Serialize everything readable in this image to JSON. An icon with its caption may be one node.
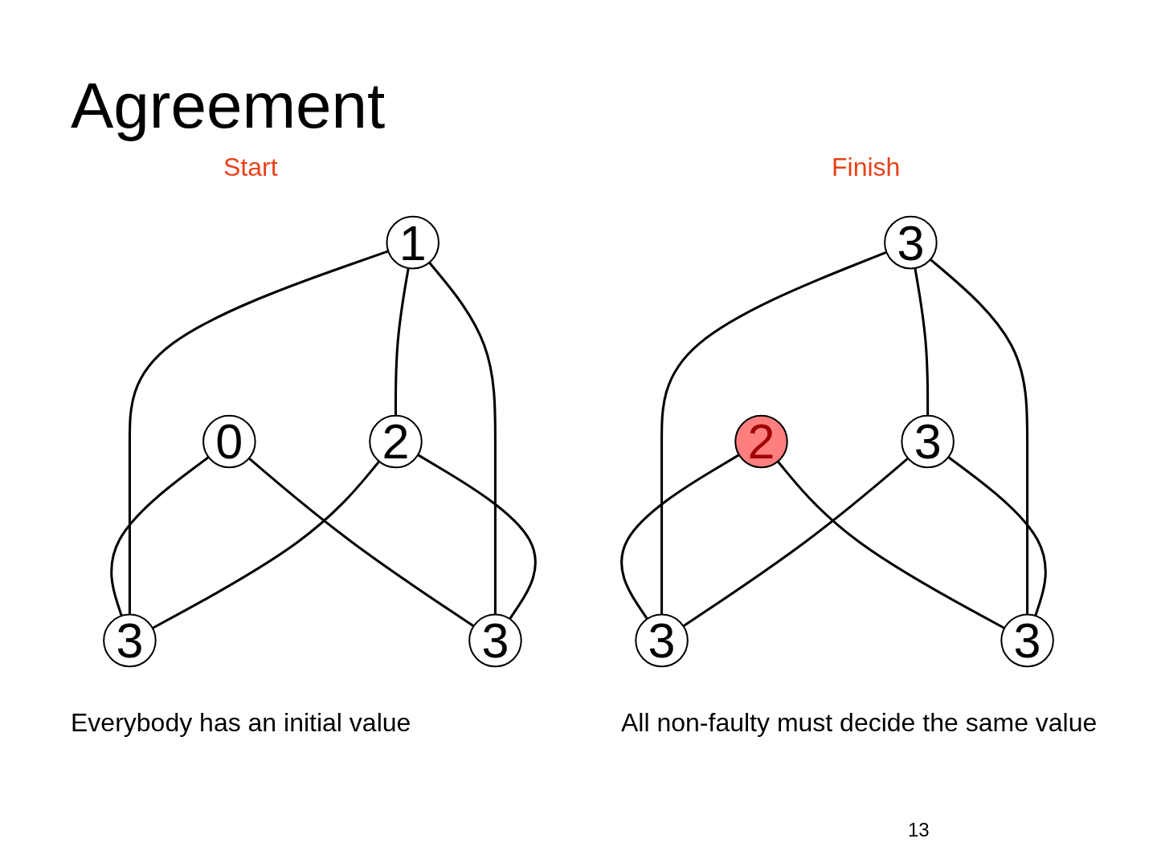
{
  "diagram": {
    "title": "Agreement",
    "nodes": [
      {
        "text": [
          "0"
        ]
      },
      {
        "text": [
          "1"
        ]
      },
      {
        "text": [
          "3"
        ]
      },
      {
        "text": [
          "2"
        ]
      },
      {
        "text": [
          "3"
        ]
      },
      {
        "text": [
          "2"
        ]
      },
      {
        "text": [
          "3"
        ]
      },
      {
        "text": [
          "3"
        ]
      },
      {
        "text": [
          "3"
        ]
      },
      {
        "text": [
          "3"
        ]
      }
    ],
    "edges": [
      {
        "from": 0,
        "to": 2,
        "arrow": "none"
      },
      {
        "from": 0,
        "to": 4,
        "arrow": "none"
      },
      {
        "from": 1,
        "to": 2,
        "arrow": "none"
      },
      {
        "from": 1,
        "to": 4,
        "arrow": "none"
      },
      {
        "from": 1,
        "to": 3,
        "arrow": "none"
      },
      {
        "from": 3,
        "to": 2,
        "arrow": "none"
      },
      {
        "from": 3,
        "to": 4,
        "arrow": "none"
      },
      {
        "from": 5,
        "to": 7,
        "arrow": "none"
      },
      {
        "from": 5,
        "to": 9,
        "arrow": "none"
      },
      {
        "from": 6,
        "to": 7,
        "arrow": "none"
      },
      {
        "from": 6,
        "to": 9,
        "arrow": "none"
      },
      {
        "from": 6,
        "to": 8,
        "arrow": "none"
      },
      {
        "from": 8,
        "to": 7,
        "arrow": "none"
      },
      {
        "from": 8,
        "to": 9,
        "arrow": "none"
      }
    ],
    "labels": [
      "Start",
      "Finish",
      "Everybody has an initial value",
      "All non-faulty must decide the same value",
      "13"
    ]
  }
}
